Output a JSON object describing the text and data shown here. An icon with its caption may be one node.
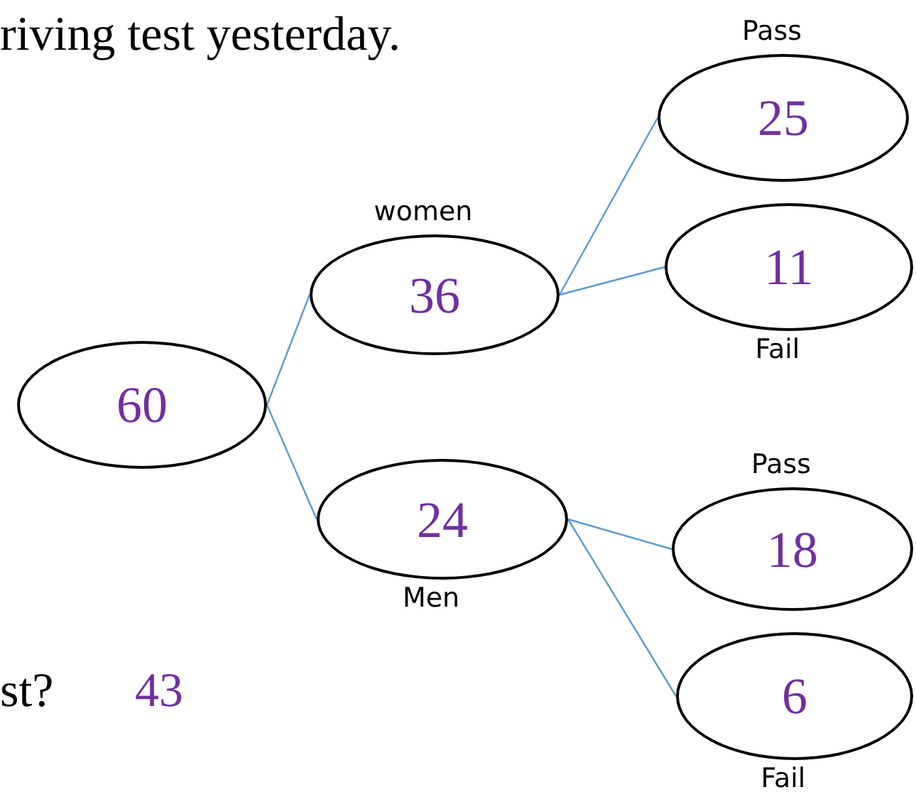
{
  "diagram": {
    "nodes": [
      {
        "text": [
          "60"
        ]
      },
      {
        "text": [
          "36"
        ],
        "beside": [
          "women"
        ]
      },
      {
        "text": [
          "24"
        ],
        "beside": [
          "Men"
        ]
      },
      {
        "text": [
          "25"
        ],
        "beside": [
          "Pass"
        ]
      },
      {
        "text": [
          "11"
        ],
        "beside": [
          "Fail"
        ]
      },
      {
        "text": [
          "18"
        ],
        "beside": [
          "Pass"
        ]
      },
      {
        "text": [
          "6"
        ],
        "beside": [
          "Fail"
        ]
      }
    ],
    "edges": [
      {
        "from": 0,
        "to": 1,
        "arrow": "none"
      },
      {
        "from": 0,
        "to": 2,
        "arrow": "none"
      },
      {
        "from": 1,
        "to": 3,
        "arrow": "none"
      },
      {
        "from": 1,
        "to": 4,
        "arrow": "none"
      },
      {
        "from": 2,
        "to": 5,
        "arrow": "none"
      },
      {
        "from": 2,
        "to": 6,
        "arrow": "none"
      }
    ],
    "labels": [
      "riving test yesterday.",
      "st?",
      "43"
    ]
  }
}
